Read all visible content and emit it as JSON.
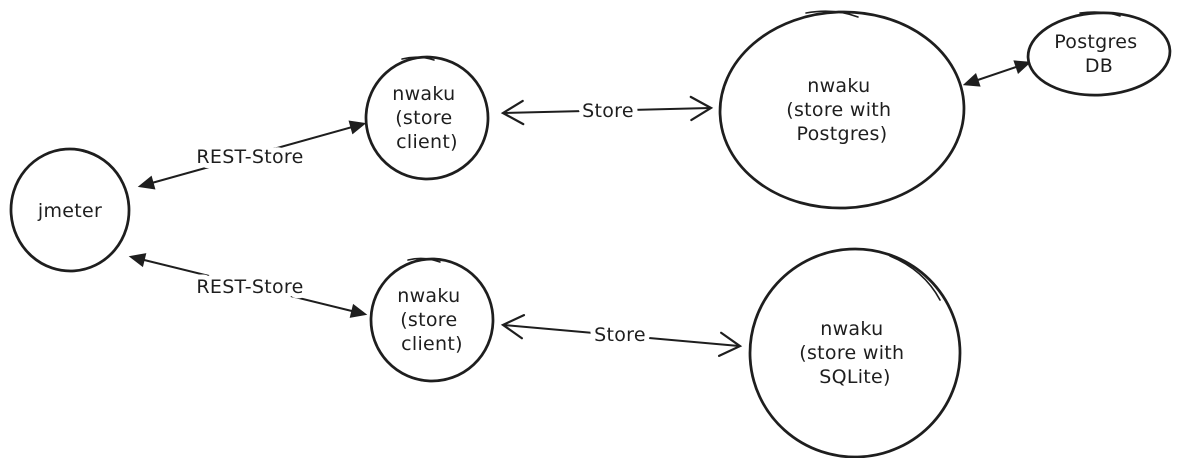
{
  "diagram": {
    "type": "hand-drawn-architecture-diagram",
    "background_color": "#ffffff",
    "ink_color": "#1e1e1e",
    "nodes": [
      {
        "id": "jmeter",
        "shape": "circle",
        "lines": [
          "jmeter"
        ]
      },
      {
        "id": "store-client-top",
        "shape": "circle",
        "lines": [
          "nwaku",
          "(store",
          "client)"
        ]
      },
      {
        "id": "store-postgres",
        "shape": "ellipse",
        "lines": [
          "nwaku",
          "(store with",
          "Postgres)"
        ]
      },
      {
        "id": "postgres-db",
        "shape": "ellipse",
        "lines": [
          "Postgres",
          "DB"
        ]
      },
      {
        "id": "store-client-bottom",
        "shape": "circle",
        "lines": [
          "nwaku",
          "(store",
          "client)"
        ]
      },
      {
        "id": "store-sqlite",
        "shape": "circle",
        "lines": [
          "nwaku",
          "(store with",
          "SQLite)"
        ]
      }
    ],
    "edges": [
      {
        "id": "rest-store-top",
        "label": "REST-Store",
        "from": "jmeter",
        "to": "store-client-top",
        "arrowheads": "filled-both-ends"
      },
      {
        "id": "store-top",
        "label": "Store",
        "from": "store-client-top",
        "to": "store-postgres",
        "arrowheads": "open-both-ends"
      },
      {
        "id": "postgres-db-link",
        "label": "",
        "from": "store-postgres",
        "to": "postgres-db",
        "arrowheads": "filled-both-ends"
      },
      {
        "id": "rest-store-bottom",
        "label": "REST-Store",
        "from": "jmeter",
        "to": "store-client-bottom",
        "arrowheads": "filled-both-ends"
      },
      {
        "id": "store-bottom",
        "label": "Store",
        "from": "store-client-bottom",
        "to": "store-sqlite",
        "arrowheads": "open-both-ends"
      }
    ]
  }
}
